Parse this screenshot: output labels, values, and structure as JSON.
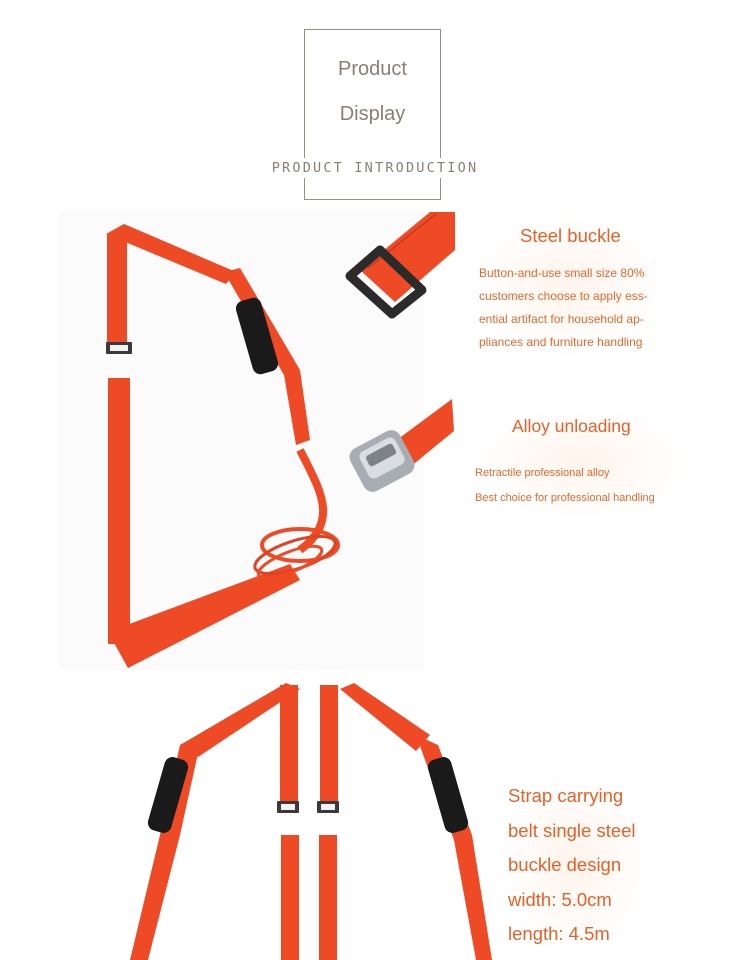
{
  "header": {
    "title_line1": "Product",
    "title_line2": "Display",
    "subtitle": "PRODUCT INTRODUCTION"
  },
  "features": {
    "steel_buckle": {
      "title": "Steel buckle",
      "lines": [
        "Button-and-use small size 80%",
        "customers choose to apply ess-",
        "ential artifact for household ap-",
        "pliances and furniture handling"
      ]
    },
    "alloy_unloading": {
      "title": "Alloy unloading",
      "lines": [
        "Retractile professional alloy",
        "Best choice for professional handling"
      ]
    }
  },
  "spec": {
    "lines": [
      "Strap carrying",
      "belt single steel",
      "buckle design",
      "width: 5.0cm",
      "length: 4.5m"
    ]
  },
  "colors": {
    "strap": "#ee4a26",
    "strap_dark": "#c93a1c",
    "accent_text": "#e2622b",
    "header_text": "#8a7f72"
  }
}
